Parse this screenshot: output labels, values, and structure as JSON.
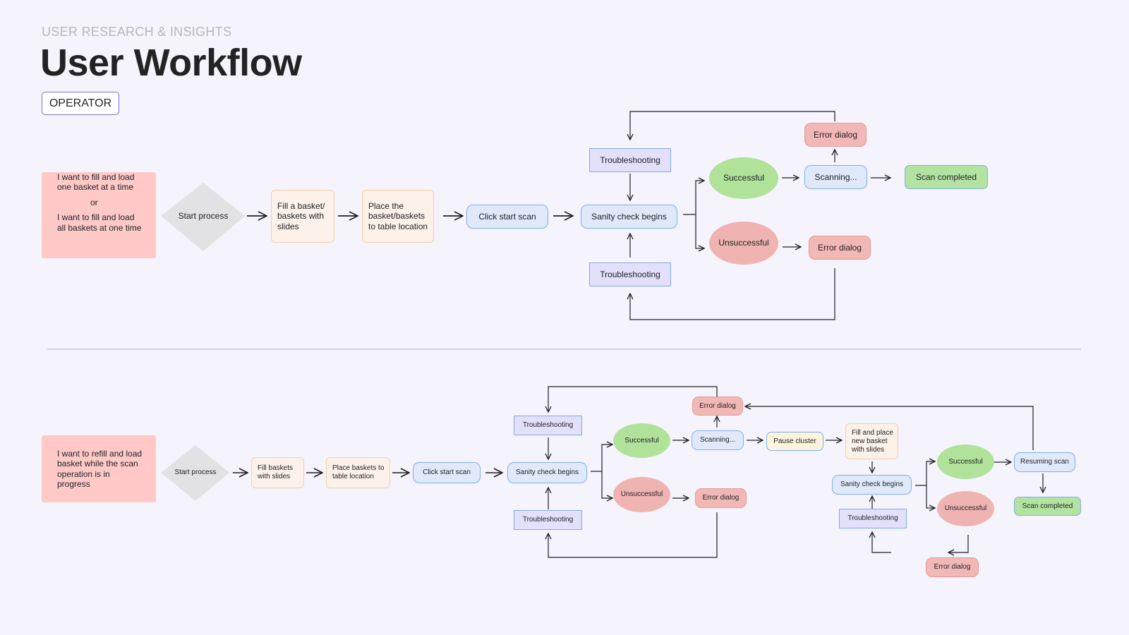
{
  "header": {
    "eyebrow": "USER RESEARCH & INSIGHTS",
    "title": "User Workflow",
    "role": "OPERATOR"
  },
  "flow1": {
    "story": [
      "I want to fill and load",
      "one basket at a time",
      "or",
      "I want to fill and load",
      "all baskets at one time"
    ],
    "start": "Start process",
    "fill": "Fill a basket/ baskets with slides",
    "place": "Place the basket/baskets to table location",
    "click": "Click start scan",
    "sanity": "Sanity check begins",
    "trouble_top": "Troubleshooting",
    "trouble_bottom": "Troubleshooting",
    "success": "Successful",
    "unsuccess": "Unsuccessful",
    "scanning": "Scanning...",
    "error_top": "Error dialog",
    "error_bottom": "Error dialog",
    "completed": "Scan completed"
  },
  "flow2": {
    "story": "I want to refill and load basket while the scan operation is in progress",
    "start": "Start process",
    "fill": "Fill baskets with slides",
    "place": "Place baskets to table location",
    "click": "Click start scan",
    "sanity": "Sanity check begins",
    "trouble_top": "Troubleshooting",
    "trouble_bottom": "Troubleshooting",
    "success": "Successful",
    "unsuccess": "Unsuccessful",
    "scanning": "Scanning...",
    "error_top": "Error dialog",
    "error_mid": "Error dialog",
    "pause": "Pause cluster",
    "fill_new": "Fill and place new basket with slides",
    "sanity2": "Sanity check begins",
    "trouble3": "Troubleshooting",
    "success2": "Successful",
    "unsuccess2": "Unsuccessful",
    "resuming": "Resuming scan",
    "completed": "Scan completed",
    "error_bottom": "Error dialog"
  },
  "colors": {
    "story": "#ffc9c7",
    "process": "#fbf1e9",
    "action": "#dfe9fa",
    "troubleshooting": "#e3e0fb",
    "error": "#f2b8b6",
    "success": "#b3e3a0",
    "pause": "#fbf4dc"
  }
}
